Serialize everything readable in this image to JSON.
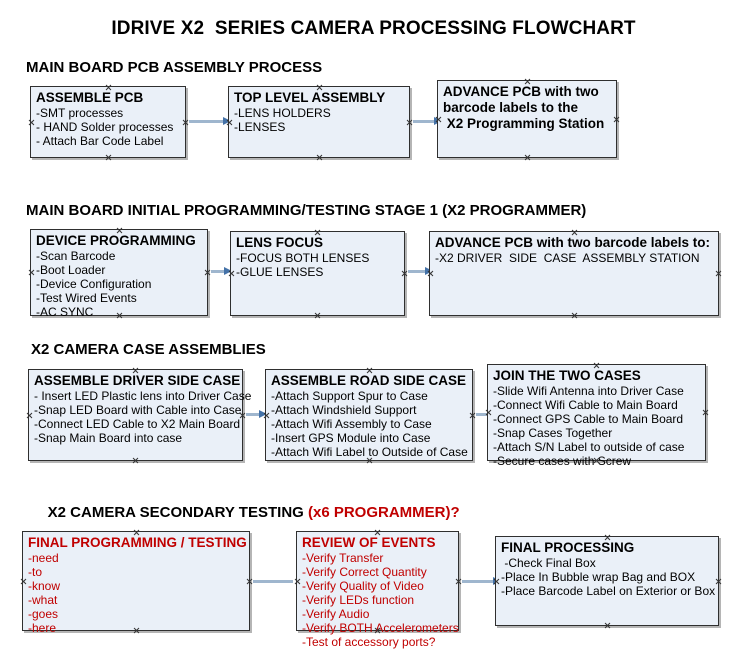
{
  "document": {
    "title": "IDRIVE X2  SERIES CAMERA PROCESSING FLOWCHART"
  },
  "theme": {
    "box_fill": "#EAF0F8",
    "box_border": "#2F2F2F",
    "connector": "#9FB6CE",
    "arrowhead": "#4472A8",
    "accent_red": "#C00000",
    "text": "#000000",
    "background": "#FFFFFF"
  },
  "sections": [
    {
      "id": "main-board-pcb-assembly-process",
      "heading": "MAIN BOARD PCB ASSEMBLY PROCESS",
      "heading_accent": "",
      "nodes": [
        {
          "id": "assemble-pcb",
          "title": "ASSEMBLE PCB",
          "lines": [
            "-SMT processes",
            "- HAND Solder processes",
            "- Attach Bar Code Label"
          ]
        },
        {
          "id": "top-level-assembly",
          "title": "TOP LEVEL ASSEMBLY",
          "lines": [
            "-LENS HOLDERS",
            "-LENSES"
          ]
        },
        {
          "id": "advance-pcb-programming-station",
          "title": "ADVANCE PCB with two",
          "lines": [
            "barcode labels to the",
            " X2 Programming Station"
          ]
        }
      ]
    },
    {
      "id": "main-board-initial-programming",
      "heading": "MAIN BOARD INITIAL PROGRAMMING/TESTING STAGE 1 (X2 PROGRAMMER)",
      "heading_accent": "",
      "nodes": [
        {
          "id": "device-programming",
          "title": "DEVICE PROGRAMMING",
          "lines": [
            "-Scan Barcode",
            "-Boot Loader",
            "-Device Configuration",
            "-Test Wired Events",
            "-AC SYNC"
          ]
        },
        {
          "id": "lens-focus",
          "title": "LENS FOCUS",
          "lines": [
            "-FOCUS BOTH LENSES",
            "-GLUE LENSES"
          ]
        },
        {
          "id": "advance-pcb-driver-side-case",
          "title": "ADVANCE PCB with two barcode labels to:",
          "lines": [
            "-X2 DRIVER  SIDE  CASE  ASSEMBLY STATION"
          ]
        }
      ]
    },
    {
      "id": "x2-camera-case-assemblies",
      "heading": "X2 CAMERA CASE ASSEMBLIES",
      "heading_accent": "",
      "nodes": [
        {
          "id": "assemble-driver-side-case",
          "title": "ASSEMBLE DRIVER SIDE CASE",
          "lines": [
            "- Insert LED Plastic lens into Driver Case",
            "-Snap LED Board with Cable into Case",
            "-Connect LED Cable to X2 Main Board",
            "-Snap Main Board into case"
          ]
        },
        {
          "id": "assemble-road-side-case",
          "title": "ASSEMBLE ROAD SIDE CASE",
          "lines": [
            "-Attach Support Spur to Case",
            "-Attach Windshield Support",
            "-Attach Wifi Assembly to Case",
            "-Insert GPS Module into Case",
            "-Attach Wifi Label to Outside of Case"
          ]
        },
        {
          "id": "join-the-two-cases",
          "title": "JOIN THE TWO CASES",
          "lines": [
            "-Slide Wifi Antenna into Driver Case",
            "-Connect Wifi Cable to Main Board",
            "-Connect GPS Cable to Main Board",
            "-Snap Cases Together",
            "-Attach S/N Label to outside of case",
            "-Secure cases with Screw"
          ]
        }
      ]
    },
    {
      "id": "x2-camera-secondary-testing",
      "heading": "X2 CAMERA SECONDARY TESTING ",
      "heading_accent": "(x6 PROGRAMMER)?",
      "nodes": [
        {
          "id": "final-programming-testing",
          "title": "FINAL PROGRAMMING / TESTING",
          "lines": [
            "-need",
            "-to",
            "-know",
            "-what",
            "-goes",
            "-here"
          ]
        },
        {
          "id": "review-of-events",
          "title": "REVIEW OF EVENTS",
          "lines": [
            "-Verify Transfer",
            "-Verify Correct Quantity",
            "-Verify Quality of Video",
            "-Verify LEDs function",
            "-Verify Audio",
            "-Verify BOTH Accelerometers",
            "-Test of accessory ports?"
          ]
        },
        {
          "id": "final-processing",
          "title": "FINAL PROCESSING",
          "lines": [
            " -Check Final Box",
            "-Place In Bubble wrap Bag and BOX",
            "-Place Barcode Label on Exterior or Box"
          ]
        }
      ]
    }
  ]
}
